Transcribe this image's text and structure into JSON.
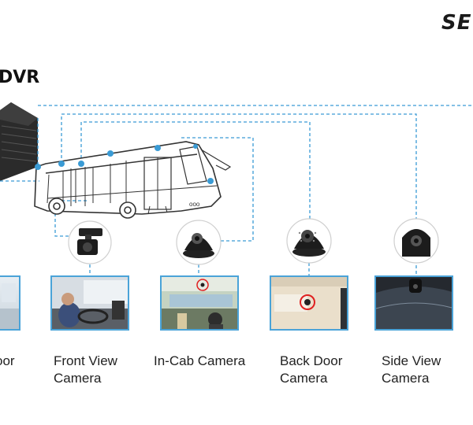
{
  "brand": {
    "text": "SE"
  },
  "title": {
    "text": "DVR"
  },
  "cameras": [
    {
      "id": "door",
      "label": "oor\n"
    },
    {
      "id": "front",
      "label": "Front View\nCamera"
    },
    {
      "id": "incab",
      "label": "In-Cab Camera"
    },
    {
      "id": "backdoor",
      "label": "Back Door\nCamera"
    },
    {
      "id": "side",
      "label": "Side View\nCamera"
    }
  ],
  "colors": {
    "wire": "#3a9bd5",
    "frame": "#4aa3d8",
    "highlight": "#e02020",
    "device": "#1c1c1c"
  }
}
